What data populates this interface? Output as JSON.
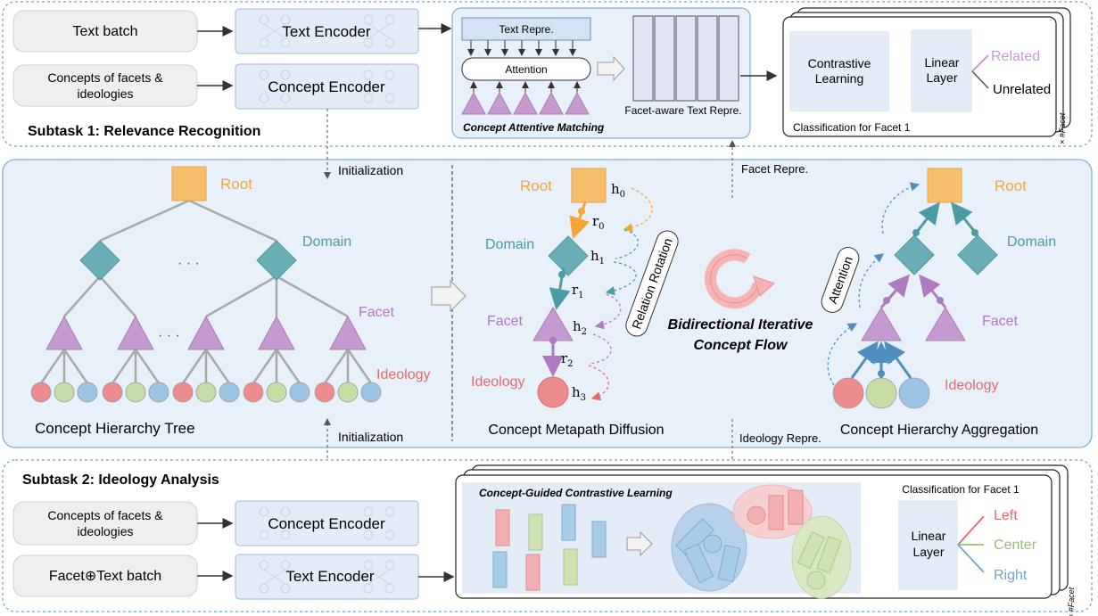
{
  "subtask1": {
    "title": "Subtask 1: Relevance Recognition",
    "text_batch": "Text batch",
    "concepts_box": [
      "Concepts of facets &",
      "ideologies"
    ],
    "text_encoder": "Text Encoder",
    "concept_encoder": "Concept Encoder",
    "text_repre": "Text Repre.",
    "attention": "Attention",
    "cam_label": "Concept Attentive Matching",
    "facet_aware": "Facet-aware Text Repre.",
    "contrastive": [
      "Contrastive",
      "Learning"
    ],
    "linear": [
      "Linear",
      "Layer"
    ],
    "related": "Related",
    "unrelated": "Unrelated",
    "classification": "Classification for Facet 1",
    "times_facet": "× #Facet"
  },
  "middle": {
    "init_top": "Initialization",
    "init_bottom": "Initialization",
    "facet_repre": "Facet Repre.",
    "ideology_repre": "Ideology Repre.",
    "tree": {
      "root": "Root",
      "domain": "Domain",
      "facet": "Facet",
      "ideology": "Ideology",
      "ellipsis1": "· · ·",
      "ellipsis2": "· · ·",
      "caption": "Concept Hierarchy Tree"
    },
    "diffusion": {
      "root": "Root",
      "domain": "Domain",
      "facet": "Facet",
      "ideology": "Ideology",
      "h0": "h",
      "h0s": "0",
      "h1": "h",
      "h1s": "1",
      "h2": "h",
      "h2s": "2",
      "h3": "h",
      "h3s": "3",
      "r0": "r",
      "r0s": "0",
      "r1": "r",
      "r1s": "1",
      "r2": "r",
      "r2s": "2",
      "relation_rotation": "Relation Rotation",
      "caption": "Concept Metapath Diffusion"
    },
    "flow": [
      "Bidirectional Iterative",
      "Concept Flow"
    ],
    "aggregation": {
      "root": "Root",
      "domain": "Domain",
      "facet": "Facet",
      "ideology": "Ideology",
      "attention": "Attention",
      "caption": "Concept Hierarchy Aggregation"
    }
  },
  "subtask2": {
    "title": "Subtask 2: Ideology Analysis",
    "concepts_box": [
      "Concepts of facets &",
      "ideologies"
    ],
    "facet_text": "Facet⊕Text batch",
    "concept_encoder": "Concept Encoder",
    "text_encoder": "Text Encoder",
    "cgcl": "Concept-Guided Contrastive Learning",
    "classification": "Classification for Facet 1",
    "linear": [
      "Linear",
      "Layer"
    ],
    "left": "Left",
    "center": "Center",
    "right": "Right",
    "times_facet": "× #Facet"
  },
  "colors": {
    "root": "#F9BE6B",
    "domain": "#6BAFB6",
    "facet": "#C59BCF",
    "red": "#EC8C8C",
    "green": "#C6DDA5",
    "blue": "#9CC4E4",
    "encoder": "#E3ECF7",
    "gray_box": "#EFEFEF"
  }
}
